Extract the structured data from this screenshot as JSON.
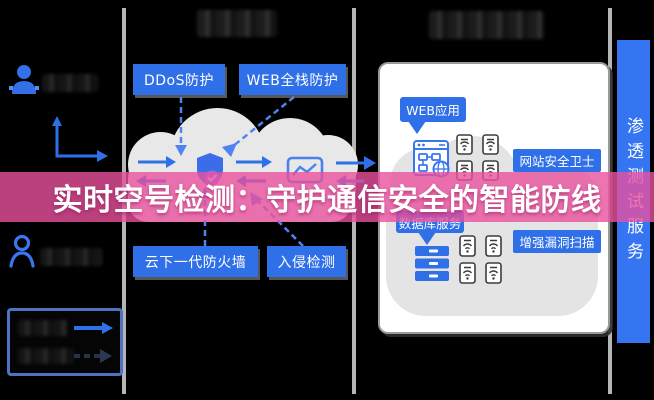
{
  "banner": {
    "title": "实时空号检测：守护通信安全的智能防线"
  },
  "middle_column": {
    "boxes": {
      "ddos": "DDoS防护",
      "web_full_stack": "WEB全栈防护",
      "cloud_firewall": "云下一代防火墙",
      "intrusion_detection": "入侵检测"
    }
  },
  "right_panel": {
    "web_app_tooltip": "WEB应用",
    "site_safety_guard": "网站安全卫士",
    "database_service_tooltip": "数据库服务",
    "enhanced_vuln_scan": "增强漏洞扫描"
  },
  "right_sidebar": {
    "vertical_label": "渗透测试服务"
  },
  "icons": {
    "shield": "shield-check-icon",
    "chart": "line-chart-icon",
    "server": "server-stack-icon",
    "browser": "web-app-icon",
    "wifi": "wifi-device-icon",
    "user_filled": "user-filled-icon",
    "user_outline": "user-outline-icon"
  },
  "colors": {
    "accent_blue": "#2f6fe8",
    "banner_pink": "#e9509e",
    "sidebar_blue": "#3575f2",
    "cloud_gray": "#e8e8e8",
    "divider_gray": "#b5b5b5"
  }
}
